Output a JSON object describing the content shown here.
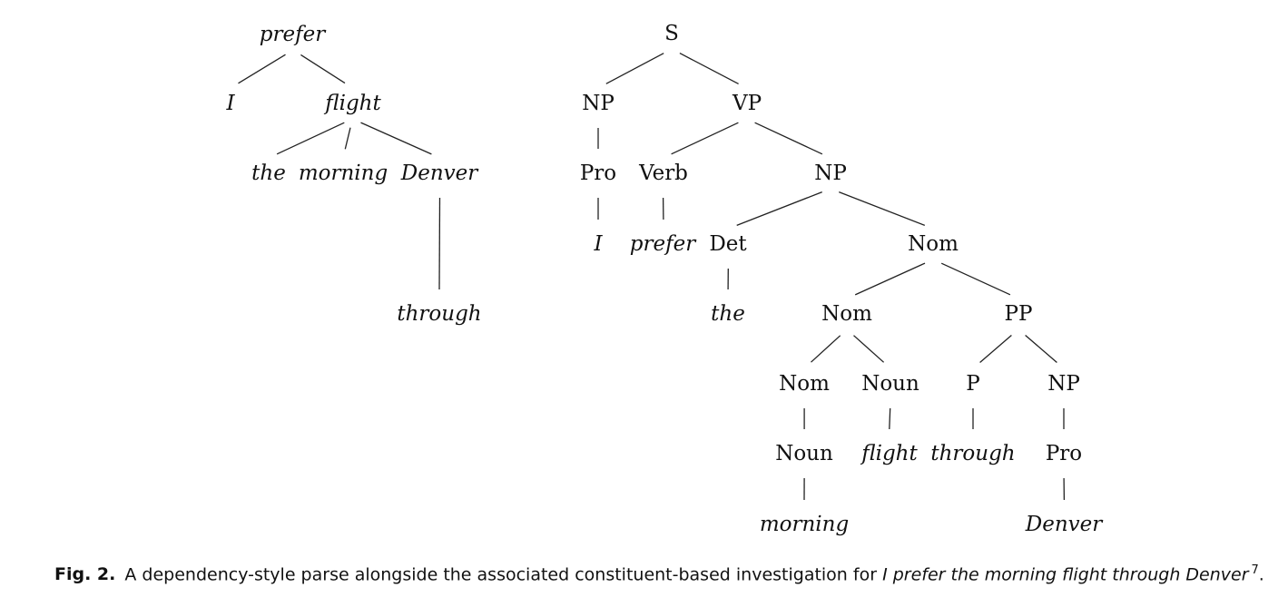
{
  "dependency_tree": {
    "nodes": [
      {
        "id": "d_prefer",
        "label": "prefer",
        "parent": null
      },
      {
        "id": "d_I",
        "label": "I",
        "parent": "d_prefer"
      },
      {
        "id": "d_flight",
        "label": "flight",
        "parent": "d_prefer"
      },
      {
        "id": "d_the",
        "label": "the",
        "parent": "d_flight"
      },
      {
        "id": "d_morning",
        "label": "morning",
        "parent": "d_flight"
      },
      {
        "id": "d_Denver",
        "label": "Denver",
        "parent": "d_flight"
      },
      {
        "id": "d_through",
        "label": "through",
        "parent": "d_Denver"
      }
    ]
  },
  "constituent_tree": {
    "nodes": [
      {
        "id": "c_S",
        "label": "S",
        "parent": null,
        "italic": false
      },
      {
        "id": "c_NP1",
        "label": "NP",
        "parent": "c_S",
        "italic": false
      },
      {
        "id": "c_VP",
        "label": "VP",
        "parent": "c_S",
        "italic": false
      },
      {
        "id": "c_Pro1",
        "label": "Pro",
        "parent": "c_NP1",
        "italic": false
      },
      {
        "id": "c_I",
        "label": "I",
        "parent": "c_Pro1",
        "italic": true
      },
      {
        "id": "c_Verb",
        "label": "Verb",
        "parent": "c_VP",
        "italic": false
      },
      {
        "id": "c_prefer",
        "label": "prefer",
        "parent": "c_Verb",
        "italic": true
      },
      {
        "id": "c_NP2",
        "label": "NP",
        "parent": "c_VP",
        "italic": false
      },
      {
        "id": "c_Det",
        "label": "Det",
        "parent": "c_NP2",
        "italic": false
      },
      {
        "id": "c_the",
        "label": "the",
        "parent": "c_Det",
        "italic": true
      },
      {
        "id": "c_Nom1",
        "label": "Nom",
        "parent": "c_NP2",
        "italic": false
      },
      {
        "id": "c_Nom2",
        "label": "Nom",
        "parent": "c_Nom1",
        "italic": false
      },
      {
        "id": "c_PP",
        "label": "PP",
        "parent": "c_Nom1",
        "italic": false
      },
      {
        "id": "c_Nom3",
        "label": "Nom",
        "parent": "c_Nom2",
        "italic": false
      },
      {
        "id": "c_Noun1",
        "label": "Noun",
        "parent": "c_Nom2",
        "italic": false
      },
      {
        "id": "c_Noun2",
        "label": "Noun",
        "parent": "c_Nom3",
        "italic": false
      },
      {
        "id": "c_morning",
        "label": "morning",
        "parent": "c_Noun2",
        "italic": true
      },
      {
        "id": "c_flight",
        "label": "flight",
        "parent": "c_Noun1",
        "italic": true
      },
      {
        "id": "c_P",
        "label": "P",
        "parent": "c_PP",
        "italic": false
      },
      {
        "id": "c_through",
        "label": "through",
        "parent": "c_P",
        "italic": true
      },
      {
        "id": "c_NP3",
        "label": "NP",
        "parent": "c_PP",
        "italic": false
      },
      {
        "id": "c_Pro2",
        "label": "Pro",
        "parent": "c_NP3",
        "italic": false
      },
      {
        "id": "c_Denver",
        "label": "Denver",
        "parent": "c_Pro2",
        "italic": true
      }
    ]
  },
  "caption": {
    "label": "Fig. 2.",
    "text": "A dependency-style parse alongside the associated constituent-based investigation for",
    "sentence": "I prefer the morning flight through Denver",
    "footnote": "7",
    "end": "."
  }
}
